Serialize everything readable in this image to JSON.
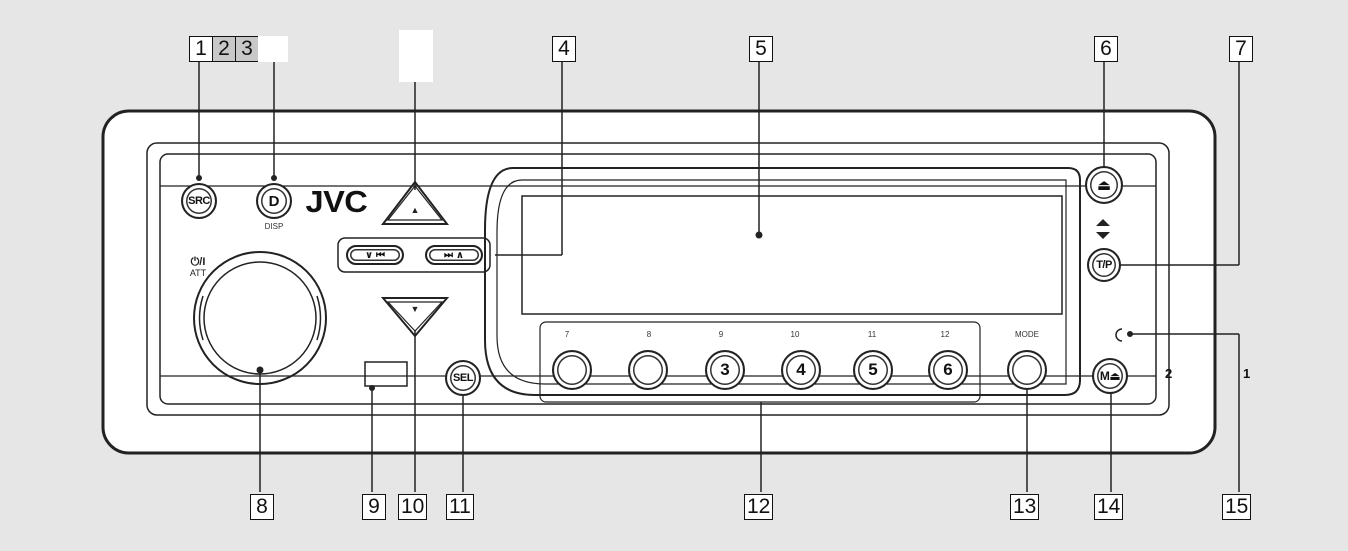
{
  "callouts": {
    "c1": "1",
    "c2": "2",
    "c3": "3",
    "c4": "4",
    "c5": "5",
    "c6": "6",
    "c7": "7",
    "c8": "8",
    "c9": "9",
    "c10": "10",
    "c11": "11",
    "c12": "12",
    "c13": "13",
    "c14": "14",
    "c15": "15"
  },
  "panel": {
    "brand": "JVC",
    "src_label": "SRC",
    "d_label": "D",
    "disp_label": "DISP",
    "power_label": "⏻/I",
    "att_label": "ATT",
    "up_arrow": "▲",
    "down_arrow": "▼",
    "prev_label": "∨ ⏮",
    "next_label": "⏭ ∧",
    "sel_label": "SEL",
    "tp_label": "T/P",
    "eject_label": "⏏",
    "mode_label": "MODE",
    "m_eject_label": "M⏏",
    "side_num_2": "2",
    "side_num_1": "1",
    "presets": [
      {
        "top": "7",
        "label": ""
      },
      {
        "top": "8",
        "label": ""
      },
      {
        "top": "9",
        "label": "3"
      },
      {
        "top": "10",
        "label": "4"
      },
      {
        "top": "11",
        "label": "5"
      },
      {
        "top": "12",
        "label": "6"
      }
    ]
  },
  "colors": {
    "background": "#e6e6e6",
    "line": "#222222",
    "panel_fill": "#ffffff"
  }
}
